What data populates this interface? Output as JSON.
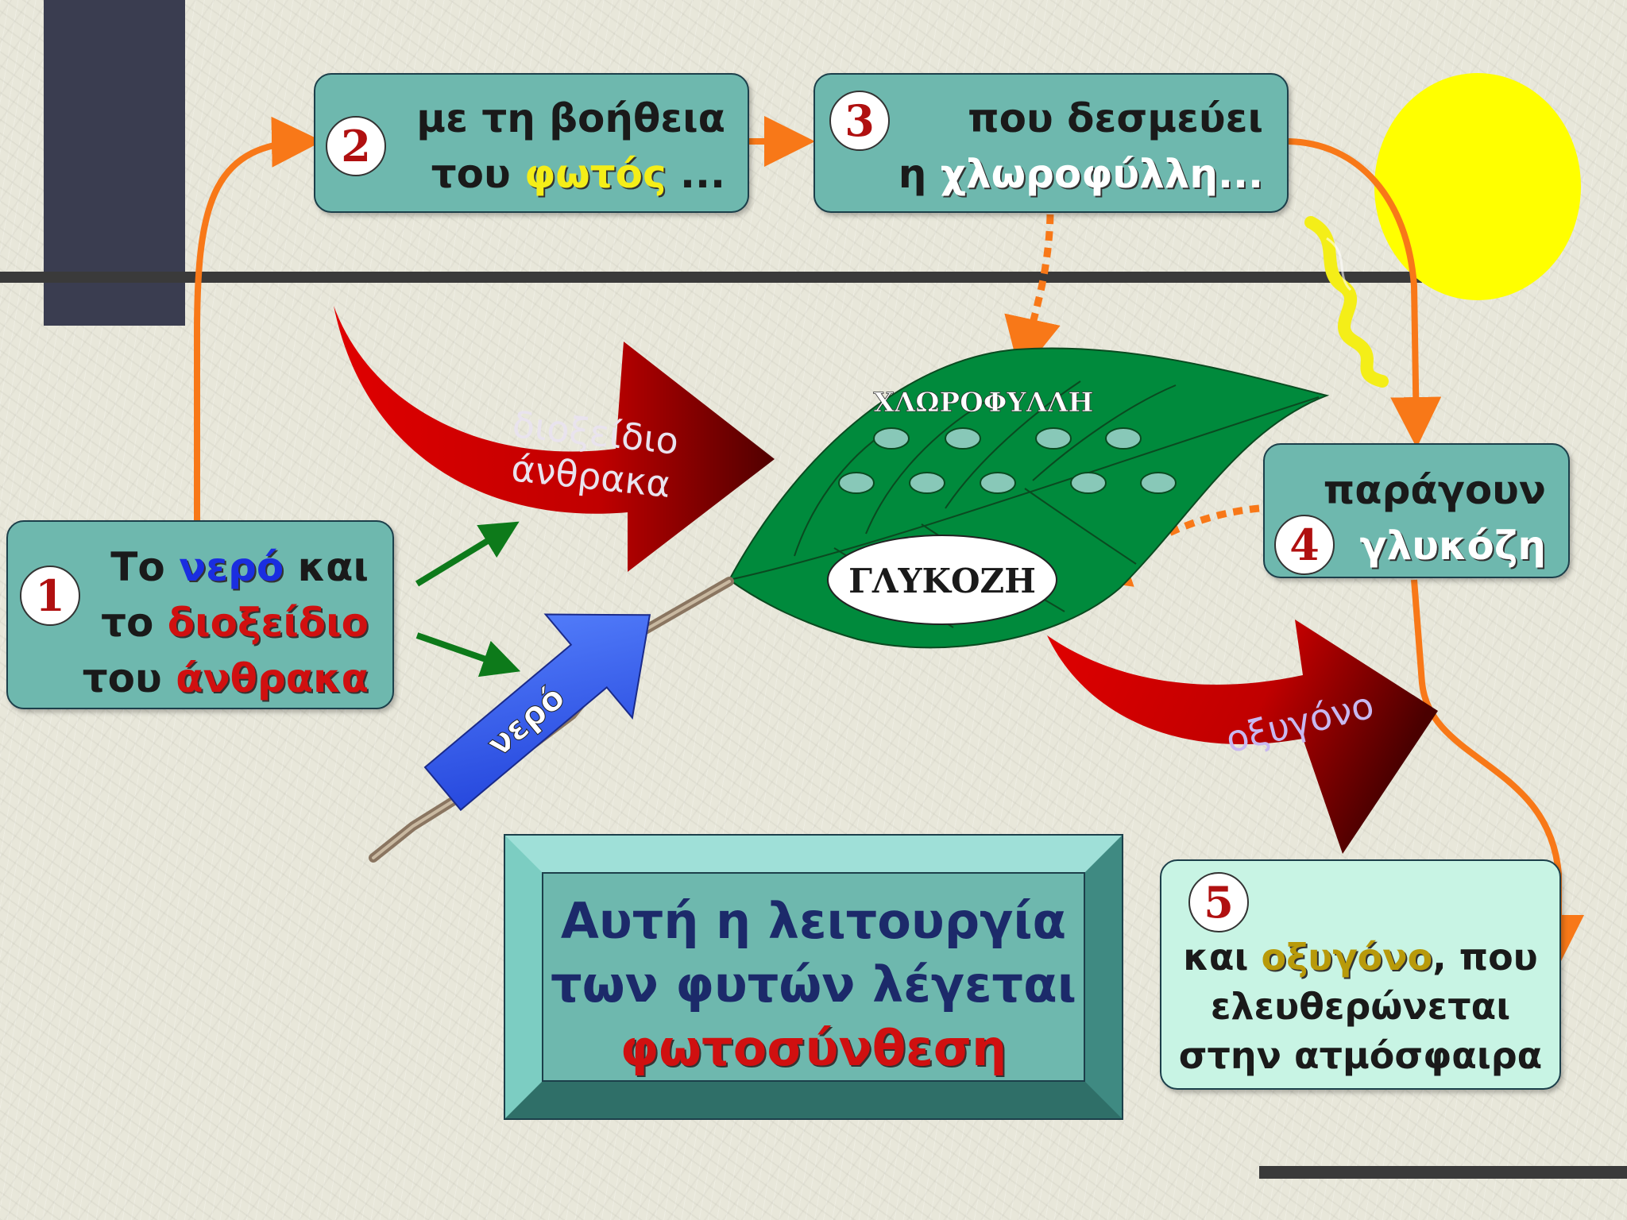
{
  "step1": {
    "number": "1",
    "line1_a": "Το",
    "line1_b": "νερό",
    "line1_c": "και",
    "line2_a": "το",
    "line2_b": "διοξείδιο",
    "line3_a": "του",
    "line3_b": "άνθρακα"
  },
  "step2": {
    "number": "2",
    "line1": "με τη βοήθεια",
    "line2_a": "του",
    "line2_b": "φωτός",
    "line2_c": " ..."
  },
  "step3": {
    "number": "3",
    "line1": "που δεσμεύει",
    "line2_a": "η",
    "line2_b": "χλωροφύλλη..."
  },
  "step4": {
    "number": "4",
    "line1": "παράγουν",
    "line2": "γλυκόζη"
  },
  "step5": {
    "number": "5",
    "line1_a": "και",
    "line1_b": "οξυγόνο",
    "line1_c": ", που",
    "line2": "ελευθερώνεται",
    "line3": "στην ατμόσφαιρα"
  },
  "leaf": {
    "chlorophyll_label": "ΧΛΩΡΟΦΥΛΛΗ",
    "glucose_label": "ΓΛΥΚΟΖΗ"
  },
  "arrows": {
    "co2_line1": "διοξείδιο",
    "co2_line2": "άνθρακα",
    "water": "νερό",
    "oxygen": "οξυγόνο"
  },
  "conclusion": {
    "line1": "Αυτή η λειτουργία",
    "line2": "των φυτών λέγεται",
    "line3": "φωτοσύνθεση"
  },
  "colors": {
    "box_fill": "#6eb8ae",
    "box5_fill": "#c8f4e4",
    "orange_connector": "#f87818",
    "sun": "#ffff00",
    "leaf": "#008a3c",
    "red_arrow": "#c80000",
    "water_arrow": "#2a58e8",
    "conclusion_title": "#1c2a6a",
    "conclusion_keyword": "#d01010"
  }
}
